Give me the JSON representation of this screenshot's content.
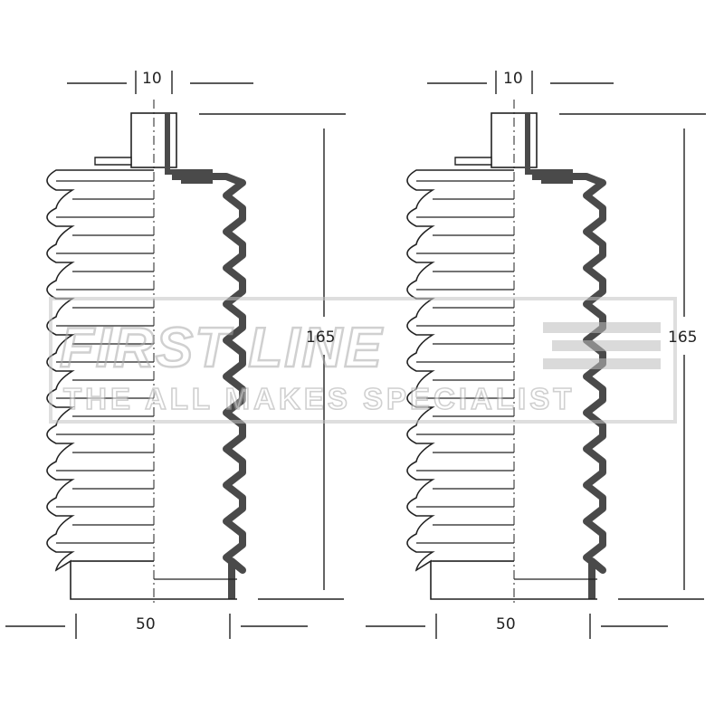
{
  "diagram": {
    "parts": [
      {
        "top_width_label": "10",
        "height_label": "165",
        "bottom_width_label": "50"
      },
      {
        "top_width_label": "10",
        "height_label": "165",
        "bottom_width_label": "50"
      }
    ]
  },
  "watermark": {
    "brand": "FIRST LINE",
    "tagline": "THE ALL MAKES SPECIALIST"
  },
  "colors": {
    "line": "#222222",
    "fill_dark": "#4a4a4a",
    "watermark": "#bfbfbf"
  }
}
